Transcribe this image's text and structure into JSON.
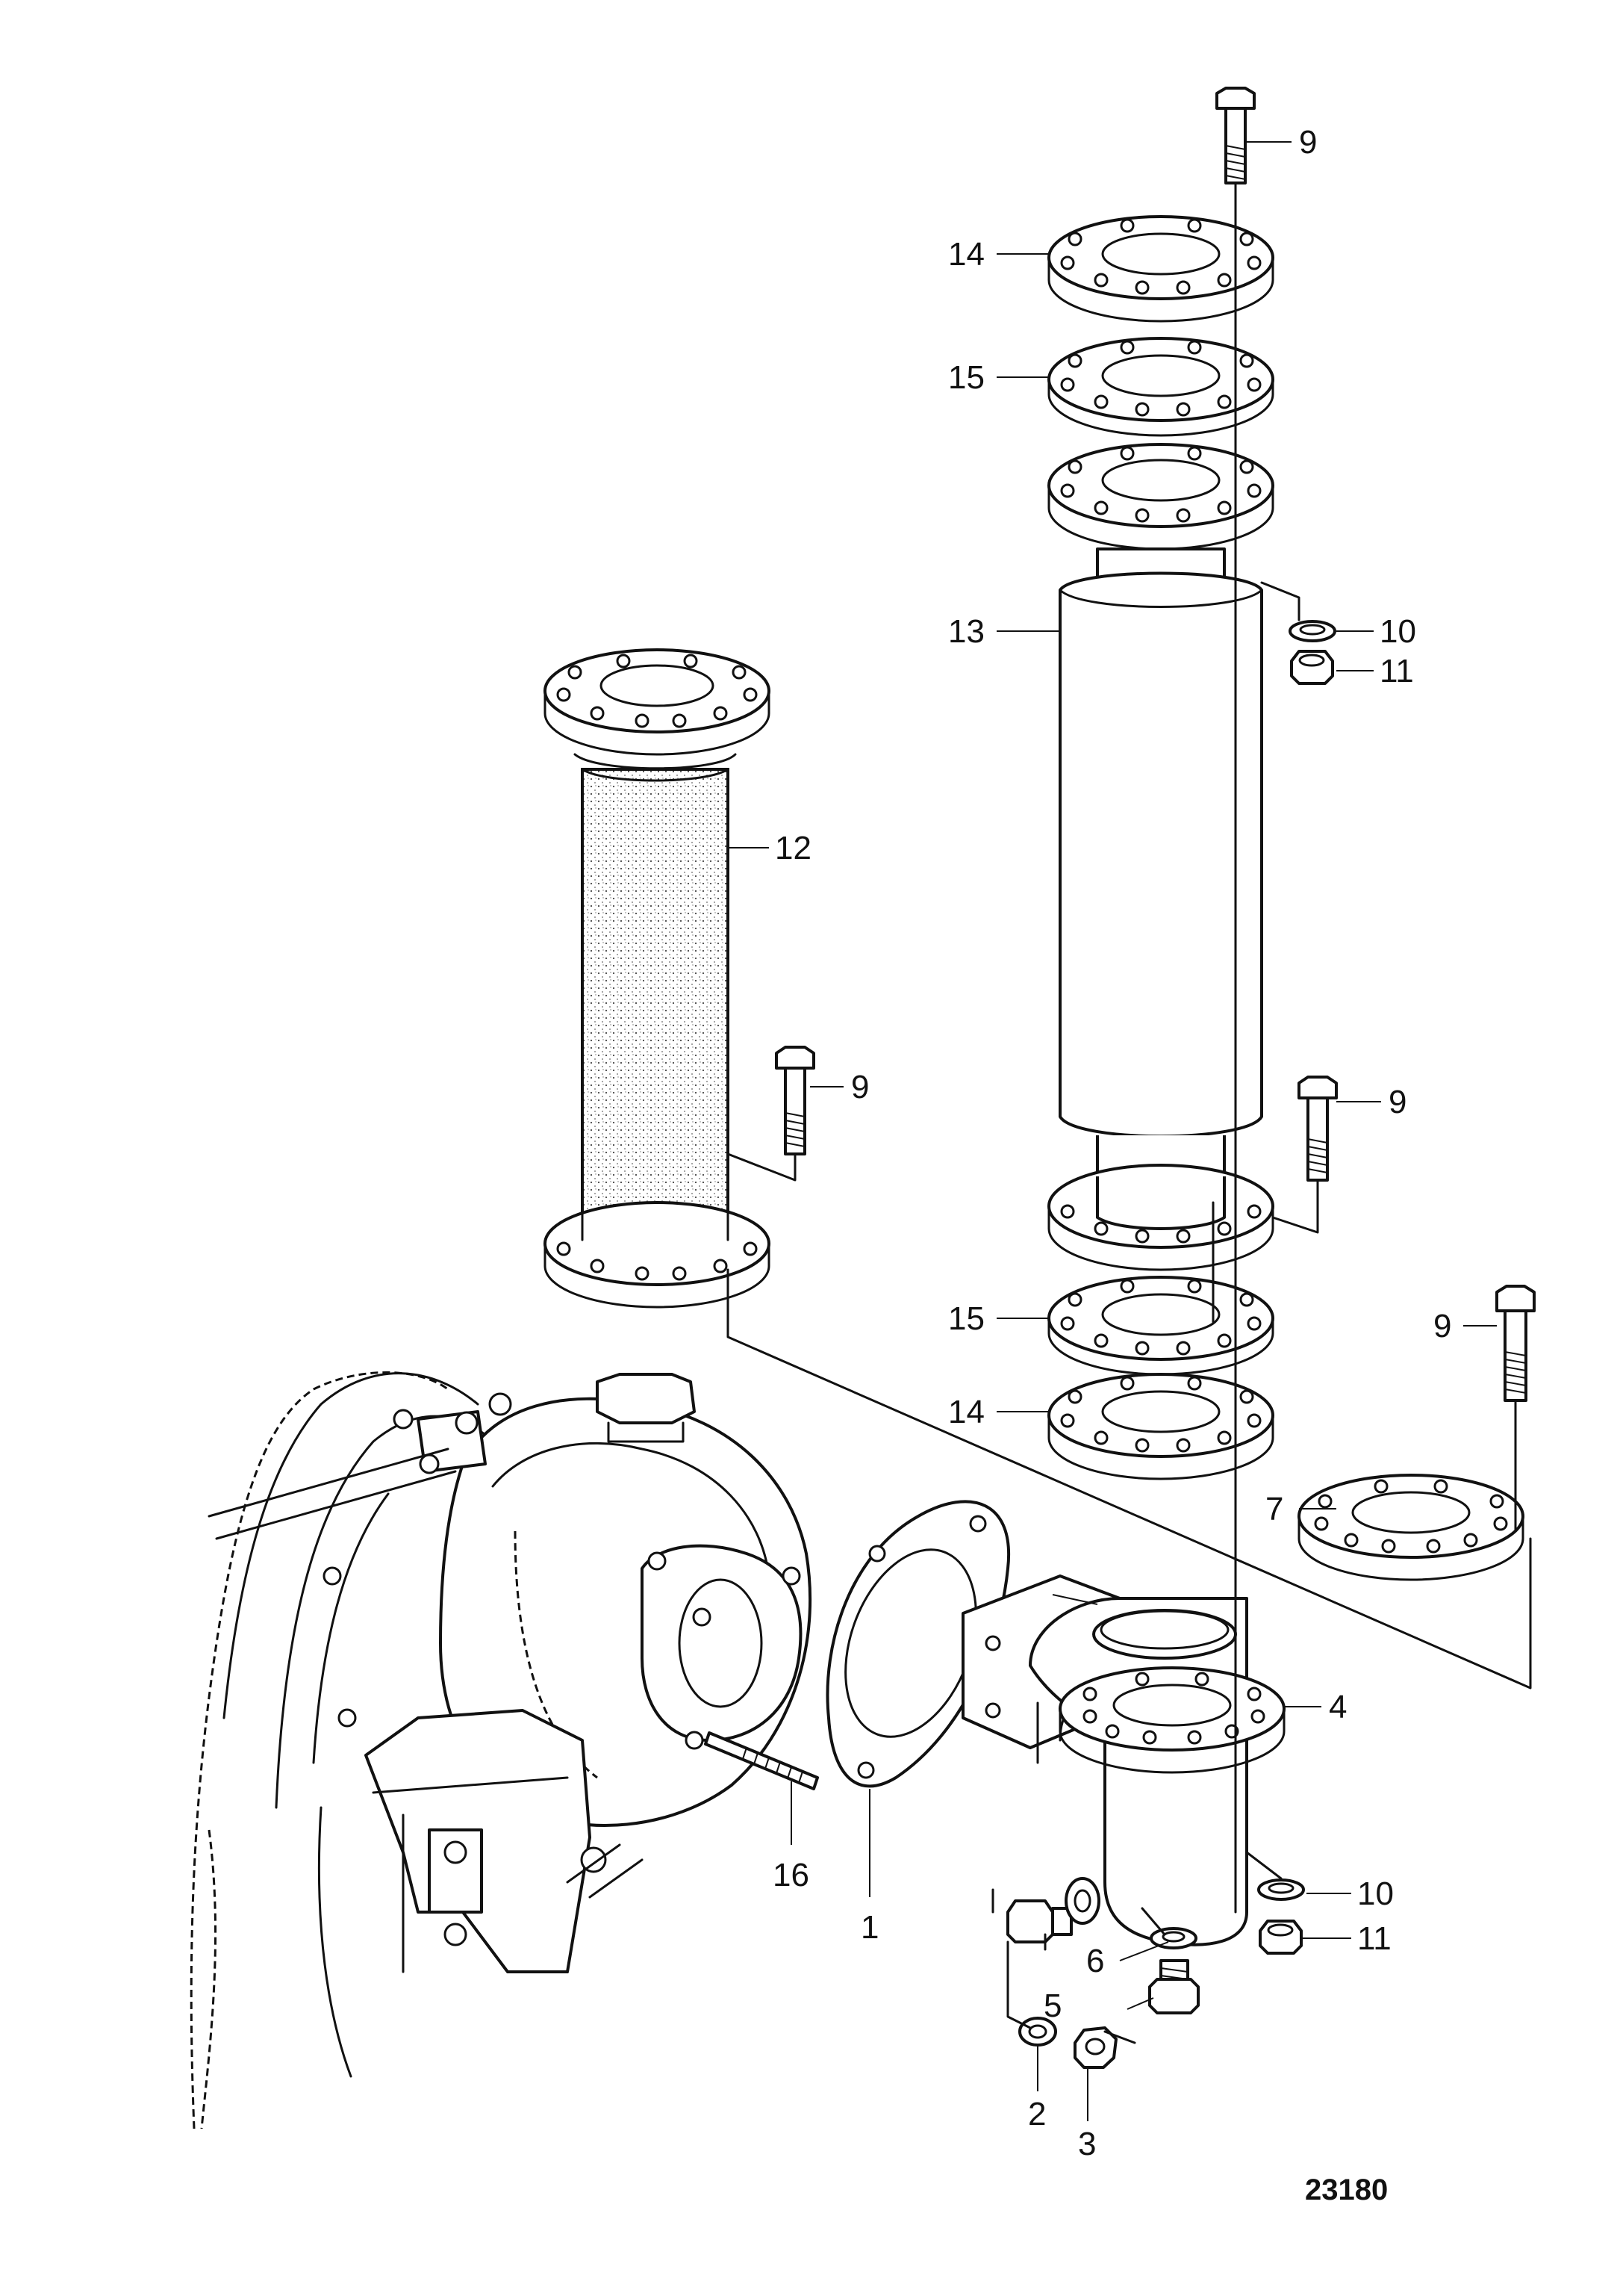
{
  "diagram": {
    "reference_number": "23180",
    "callouts": [
      {
        "id": "c9a",
        "label": "9"
      },
      {
        "id": "c14a",
        "label": "14"
      },
      {
        "id": "c15a",
        "label": "15"
      },
      {
        "id": "c13",
        "label": "13"
      },
      {
        "id": "c10a",
        "label": "10"
      },
      {
        "id": "c11a",
        "label": "11"
      },
      {
        "id": "c12",
        "label": "12"
      },
      {
        "id": "c9b",
        "label": "9"
      },
      {
        "id": "c9c",
        "label": "9"
      },
      {
        "id": "c15b",
        "label": "15"
      },
      {
        "id": "c14b",
        "label": "14"
      },
      {
        "id": "c9d",
        "label": "9"
      },
      {
        "id": "c7",
        "label": "7"
      },
      {
        "id": "c4",
        "label": "4"
      },
      {
        "id": "c16",
        "label": "16"
      },
      {
        "id": "c1",
        "label": "1"
      },
      {
        "id": "c10b",
        "label": "10"
      },
      {
        "id": "c11b",
        "label": "11"
      },
      {
        "id": "c6",
        "label": "6"
      },
      {
        "id": "c5",
        "label": "5"
      },
      {
        "id": "c2",
        "label": "2"
      },
      {
        "id": "c3",
        "label": "3"
      }
    ]
  }
}
